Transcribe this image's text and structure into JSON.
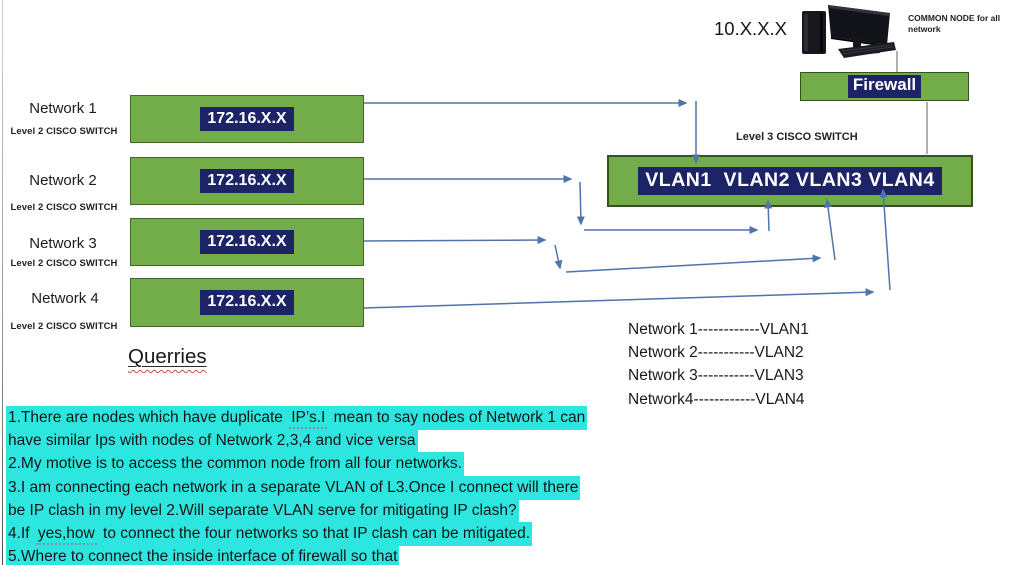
{
  "colors": {
    "box_green": "#72ad4a",
    "box_border": "#44652b",
    "navy": "#1c2366",
    "arrow_blue": "#4e74ab",
    "cyan": "#2ee6e0",
    "gray_line": "#8b9584",
    "text_dark": "#1f1f1f",
    "red_wave": "#c0504d"
  },
  "common_node": {
    "ip_label": "10.X.X.X",
    "caption": "COMMON NODE for all network"
  },
  "firewall": {
    "label": "Firewall"
  },
  "l3_switch": {
    "label": "Level 3 CISCO SWITCH",
    "vlan_text": "VLAN1  VLAN2 VLAN3 VLAN4"
  },
  "networks": [
    {
      "name": "Network 1",
      "sub": "Level 2 CISCO SWITCH",
      "ip": "172.16.X.X"
    },
    {
      "name": "Network 2",
      "sub": "Level 2 CISCO SWITCH",
      "ip": "172.16.X.X"
    },
    {
      "name": "Network 3",
      "sub": "Level 2 CISCO SWITCH",
      "ip": "172.16.X.X"
    },
    {
      "name": "Network 4",
      "sub": "Level 2 CISCO SWITCH",
      "ip": "172.16.X.X"
    }
  ],
  "vlan_mapping": [
    "Network 1------------VLAN1",
    "Network 2-----------VLAN2",
    "Network 3-----------VLAN3",
    "Network4------------VLAN4"
  ],
  "queries": {
    "heading": "Querries",
    "lines": [
      [
        {
          "t": "1.There are nodes which have duplicate "
        },
        {
          "t": "IP’s.I",
          "sp": true
        },
        {
          "t": " mean to say nodes of Network 1 can"
        }
      ],
      [
        {
          "t": "have similar Ips with nodes of Network 2,3,4 and vice versa"
        }
      ],
      [
        {
          "t": "2.My motive is to access the common node from all four networks."
        }
      ],
      [
        {
          "t": "3.I am connecting each network in a separate VLAN of L3.Once I connect will there"
        }
      ],
      [
        {
          "t": "be IP clash in my level 2.Will separate VLAN serve for mitigating IP clash?"
        }
      ],
      [
        {
          "t": "4.If "
        },
        {
          "t": "yes,how",
          "sp": true
        },
        {
          "t": " to connect the four networks so that IP clash can be mitigated."
        }
      ],
      [
        {
          "t": "5.Where to connect the inside interface of firewall so that"
        }
      ]
    ]
  }
}
